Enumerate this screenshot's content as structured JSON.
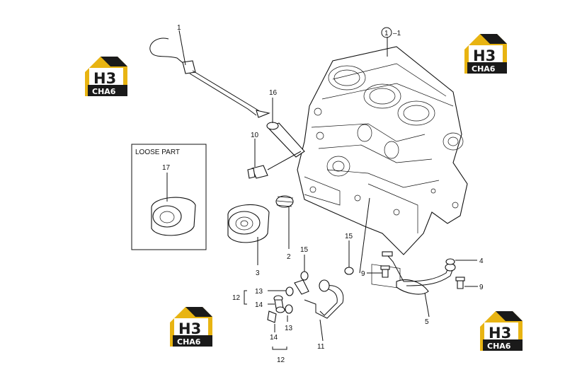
{
  "loose_part_box": {
    "title": "LOOSE PART",
    "part": "17"
  },
  "callouts": {
    "p1": "1",
    "p1_ref": "1",
    "p1_ref_circle": "1",
    "p2": "2",
    "p3": "3",
    "p4": "4",
    "p5": "5",
    "p9a": "9",
    "p9b": "9",
    "p10": "10",
    "p11": "11",
    "p12a": "12",
    "p12b": "12",
    "p13a": "13",
    "p13b": "13",
    "p14a": "14",
    "p14b": "14",
    "p15a": "15",
    "p15b": "15",
    "p16": "16"
  },
  "watermark": {
    "letters": "H3",
    "word": "CHA6",
    "colors": {
      "gold": "#e8b412",
      "dark": "#1a1a1a",
      "white": "#ffffff"
    }
  }
}
